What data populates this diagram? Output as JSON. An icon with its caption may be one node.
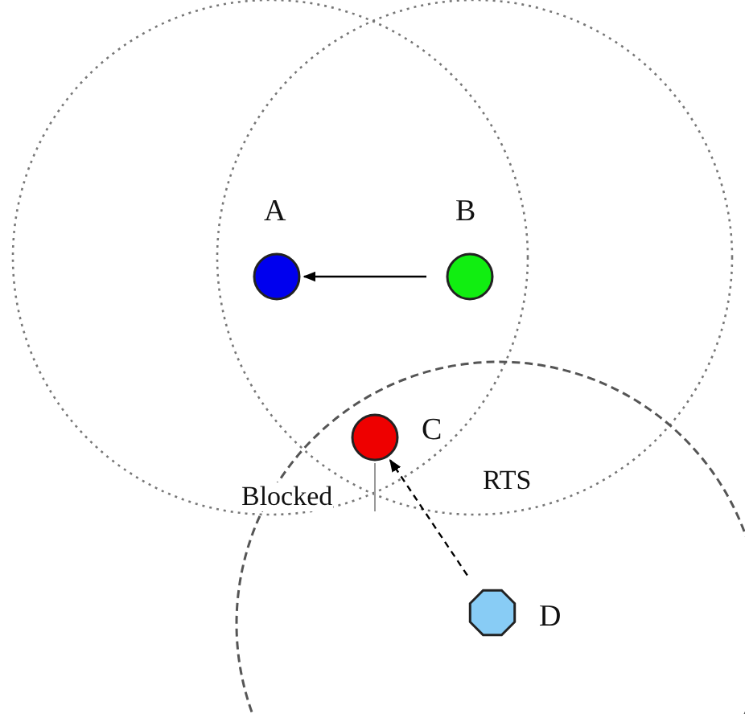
{
  "diagram": {
    "nodes": [
      {
        "text": [
          "A"
        ]
      },
      {
        "text": [
          "B"
        ]
      },
      {
        "text": [
          "C"
        ]
      },
      {
        "text": [
          "D"
        ]
      }
    ],
    "edges": [
      {
        "from": 1,
        "to": 0,
        "arrow": "to"
      },
      {
        "from": 3,
        "to": 2,
        "arrow": "to",
        "style": "dashed"
      }
    ],
    "labels": [
      "Blocked",
      "RTS"
    ]
  }
}
